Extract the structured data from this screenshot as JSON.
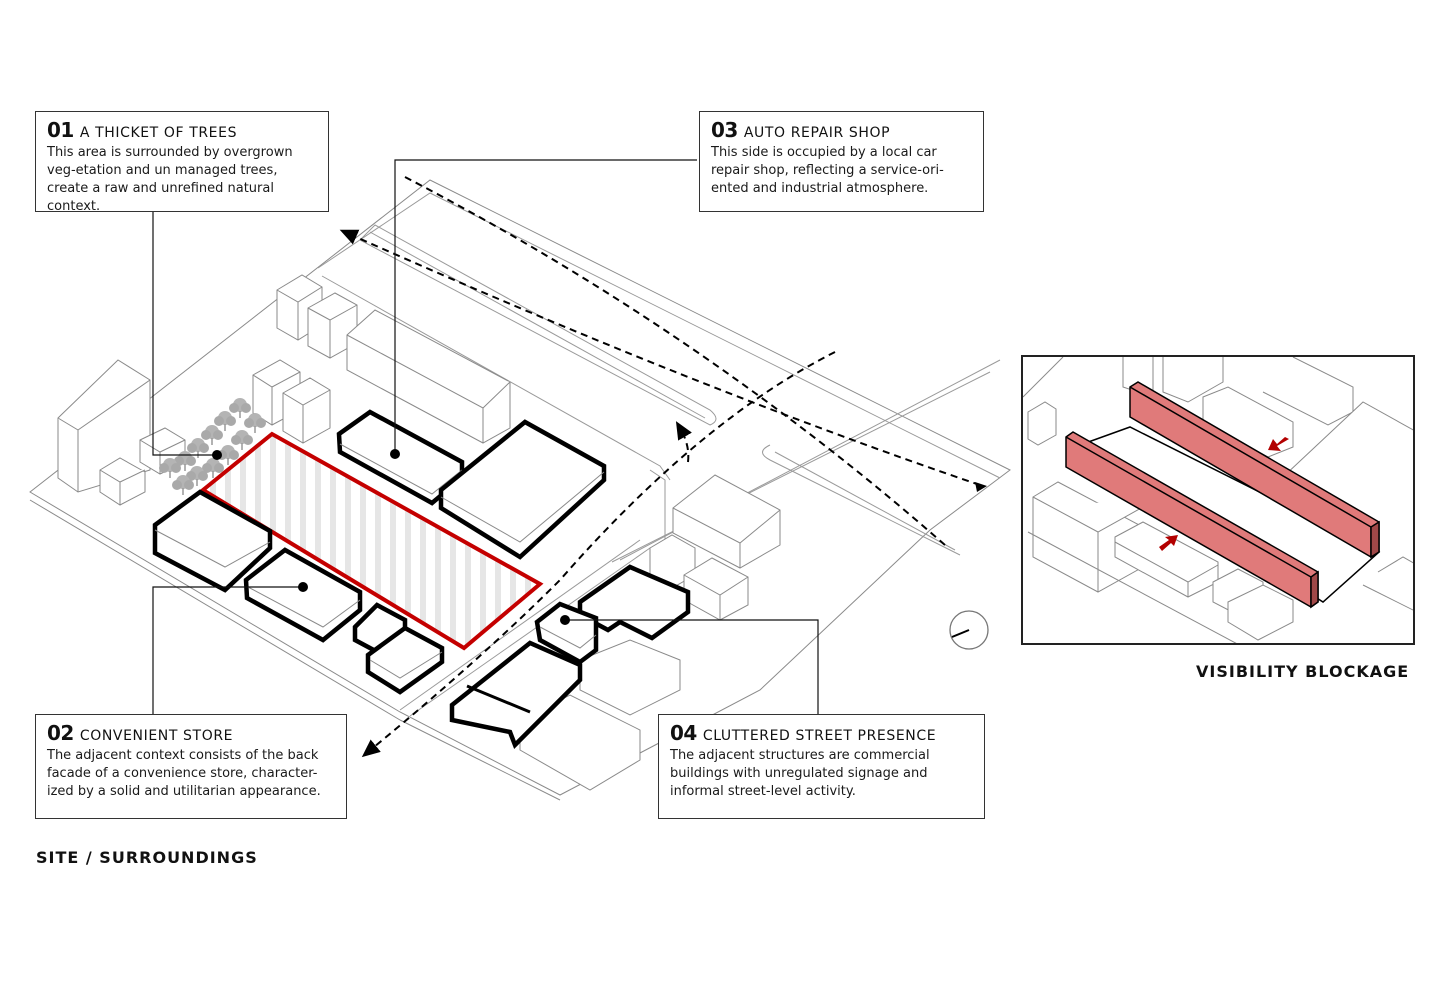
{
  "colors": {
    "site_outline": "#c40000",
    "highlight_wall": "#e07a7a",
    "arrow_red": "#b30000",
    "thick_outline": "#000000",
    "thin_line": "#8a8a8a",
    "tree": "#a8a8a8"
  },
  "callouts": [
    {
      "number": "01",
      "title": "A THICKET OF TREES",
      "body": "This area is surrounded by overgrown veg-etation and un managed trees, create a raw and unrefined natural context."
    },
    {
      "number": "02",
      "title": "CONVENIENT STORE",
      "body": "The adjacent context consists of the back facade of a convenience store, character-ized by a solid and utilitarian appearance."
    },
    {
      "number": "03",
      "title": "AUTO REPAIR SHOP",
      "body": "This side is occupied by a local car repair shop, reflecting a service-ori-ented and industrial atmosphere."
    },
    {
      "number": "04",
      "title": "CLUTTERED STREET PRESENCE",
      "body": "The adjacent structures are commercial buildings with unregulated signage and informal street-level activity."
    }
  ],
  "captions": {
    "site": "SITE / SURROUNDINGS",
    "inset": "VISIBILITY BLOCKAGE"
  },
  "icons": {
    "north": "compass-icon",
    "trees": "tree-icon",
    "arrow": "arrow-icon"
  }
}
